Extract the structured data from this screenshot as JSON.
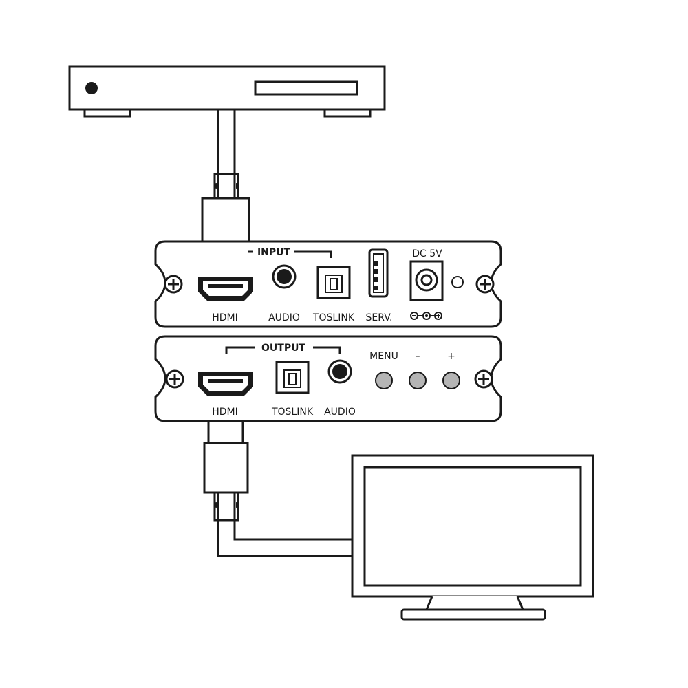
{
  "input_panel": {
    "group_label": "INPUT",
    "ports": {
      "hdmi": "HDMI",
      "audio": "AUDIO",
      "toslink": "TOSLINK",
      "serv": "SERV.",
      "dc": "DC 5V"
    }
  },
  "output_panel": {
    "group_label": "OUTPUT",
    "ports": {
      "hdmi": "HDMI",
      "toslink": "TOSLINK",
      "audio": "AUDIO"
    },
    "buttons": {
      "menu": "MENU",
      "minus": "–",
      "plus": "+"
    }
  },
  "colors": {
    "ink": "#1a1a1a",
    "button_gray": "#b5b5b5",
    "background": "#ffffff"
  },
  "icons": [
    "set-top-box-icon",
    "tv-monitor-icon",
    "hdmi-connector-icon",
    "screw-icon",
    "polarity-icon"
  ]
}
